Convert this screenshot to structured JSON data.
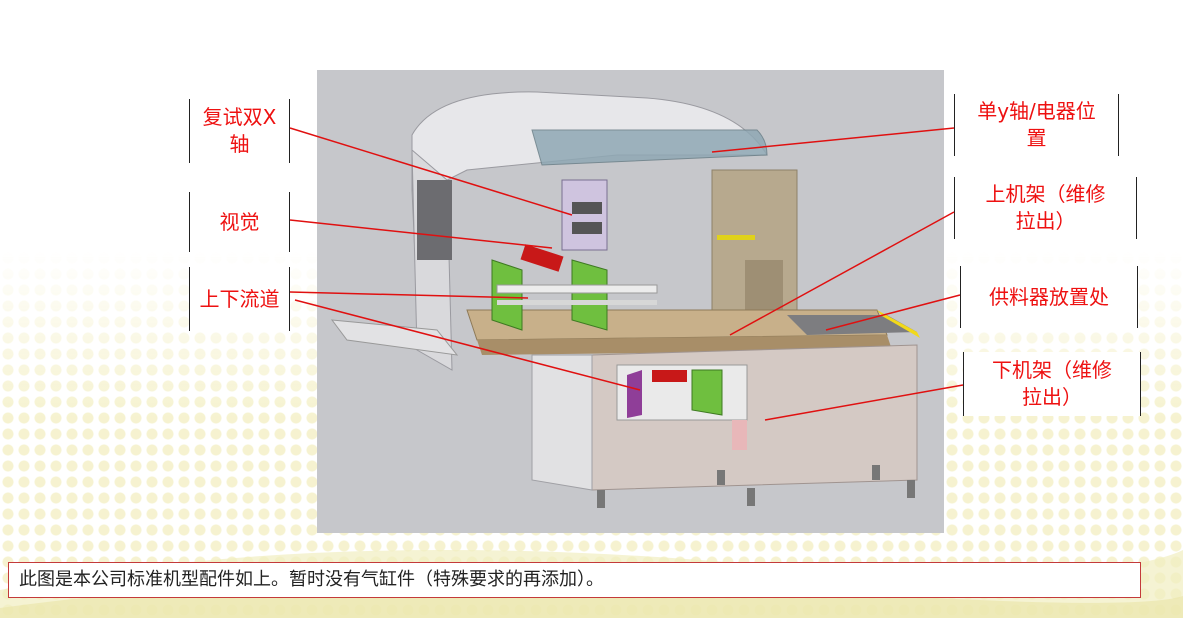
{
  "labels": {
    "dual_x_axis": "复试双X轴",
    "vision": "视觉",
    "upper_lower_flow": "上下流道",
    "single_y_axis": "单y轴/电器位置",
    "upper_frame": "上机架（维修拉出）",
    "feeder_place": "供料器放置处",
    "lower_frame": "下机架（维修拉出）"
  },
  "caption": "此图是本公司标准机型配件如上。暂时没有气缸件（特殊要求的再添加）。",
  "colors": {
    "label_text": "#ee1111",
    "leader_line": "#e01010",
    "caption_border": "#c43a3a",
    "panel_bg": "#c6c7cb"
  }
}
